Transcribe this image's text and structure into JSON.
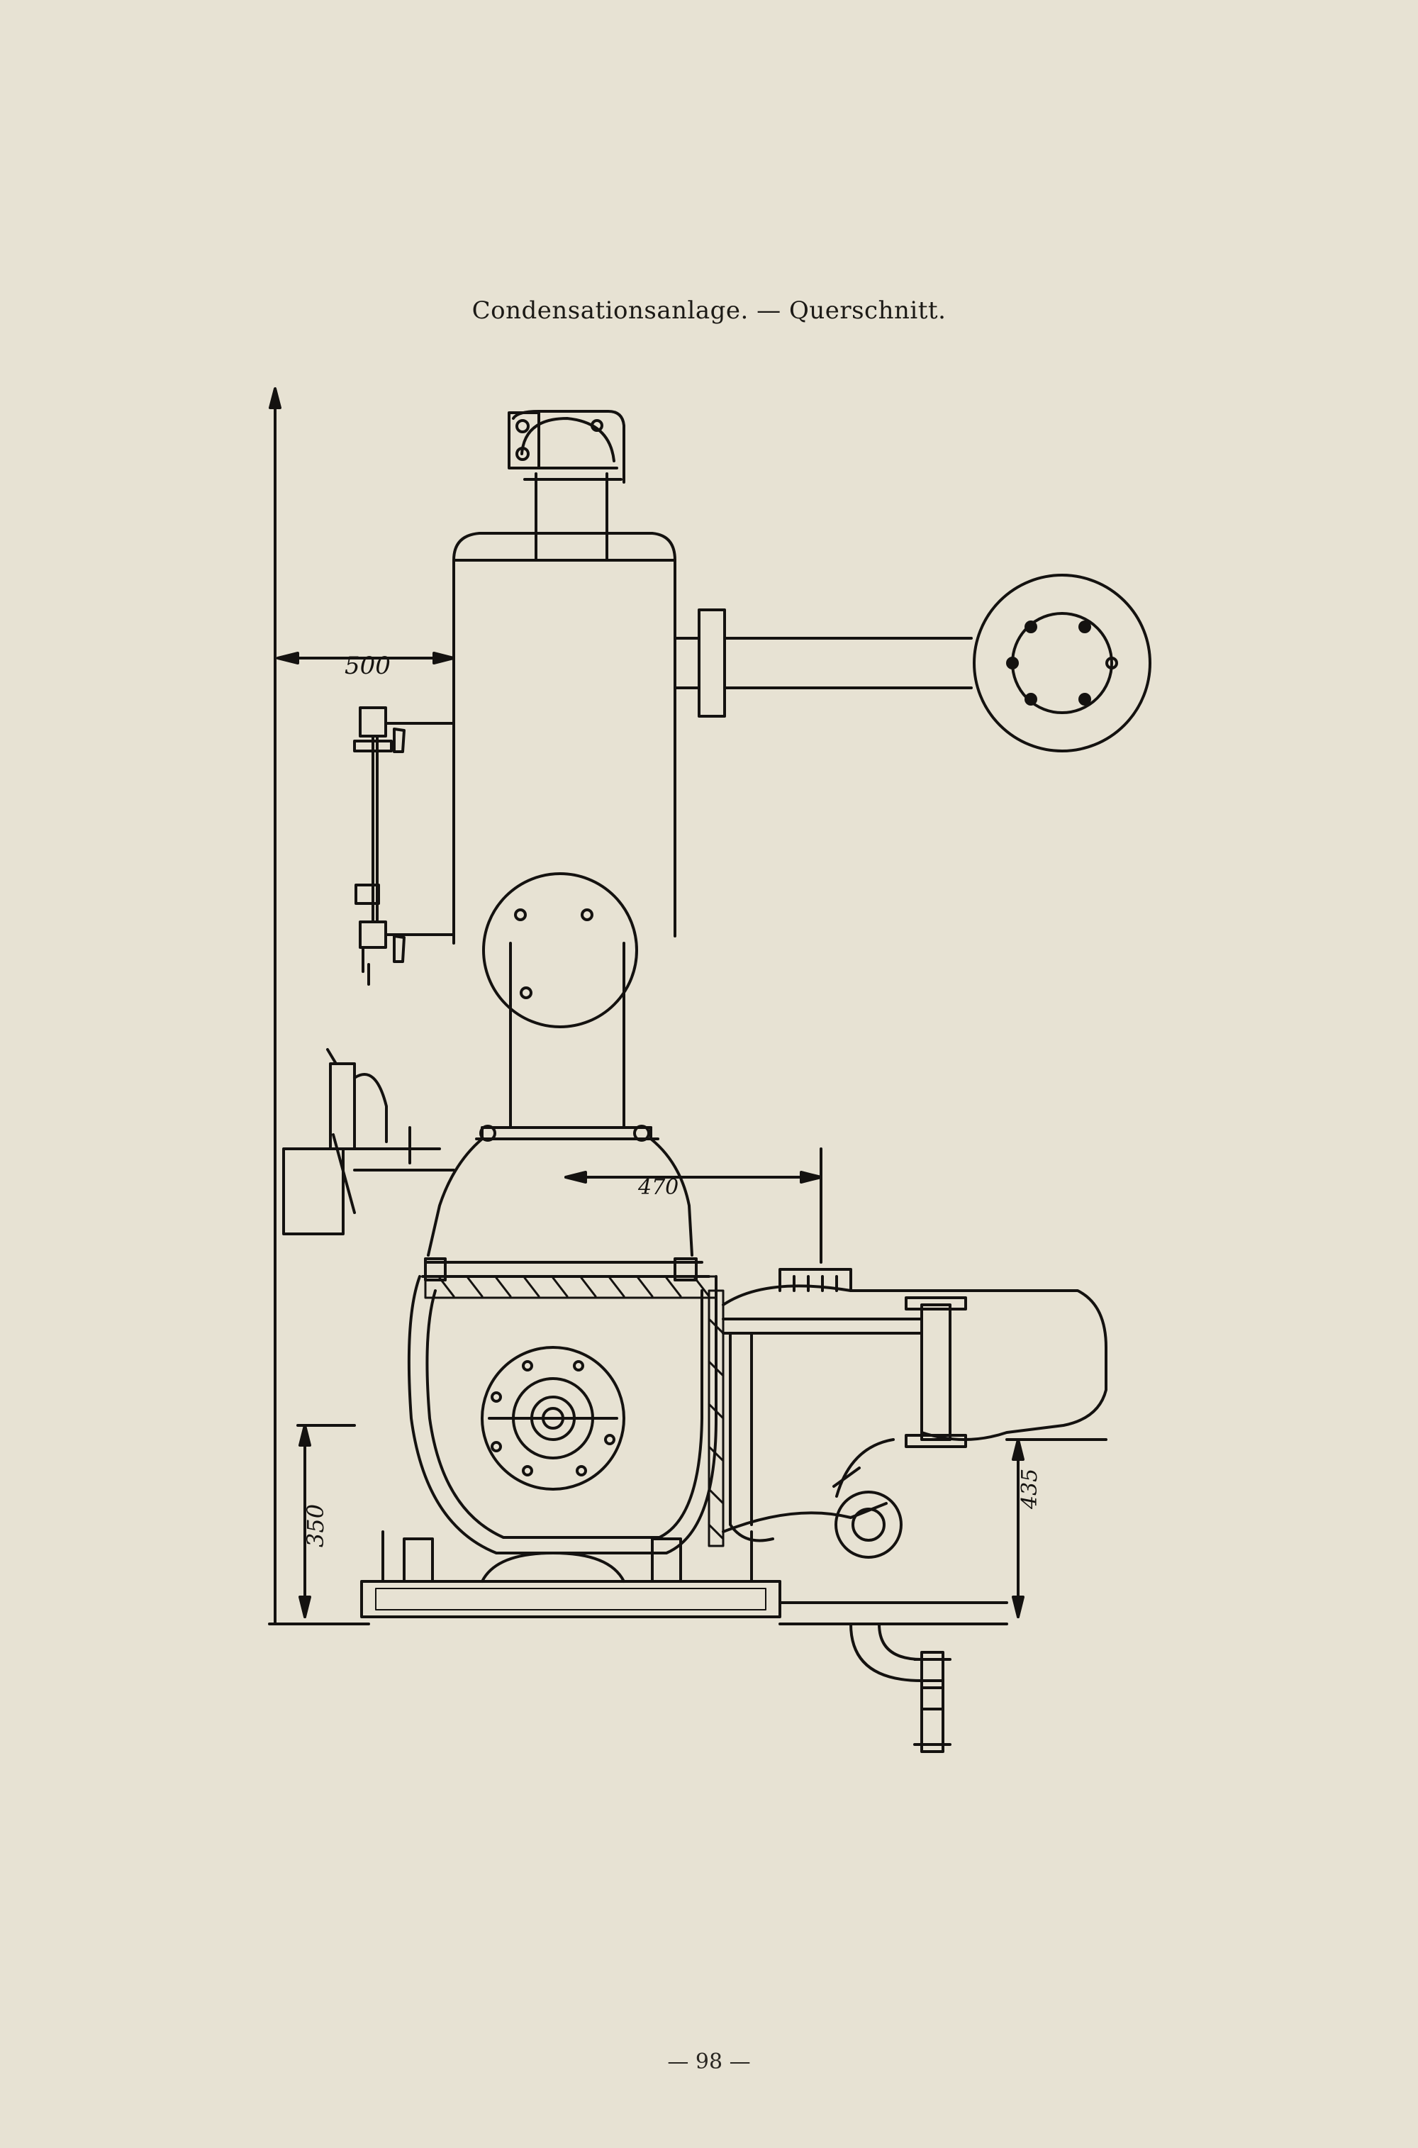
{
  "figure": {
    "caption": "Condensationsanlage. — Querschnitt.",
    "dimensions": {
      "d500": "500",
      "d470": "470",
      "d350": "350",
      "d435": "435"
    }
  },
  "page_number": "— 98 —"
}
